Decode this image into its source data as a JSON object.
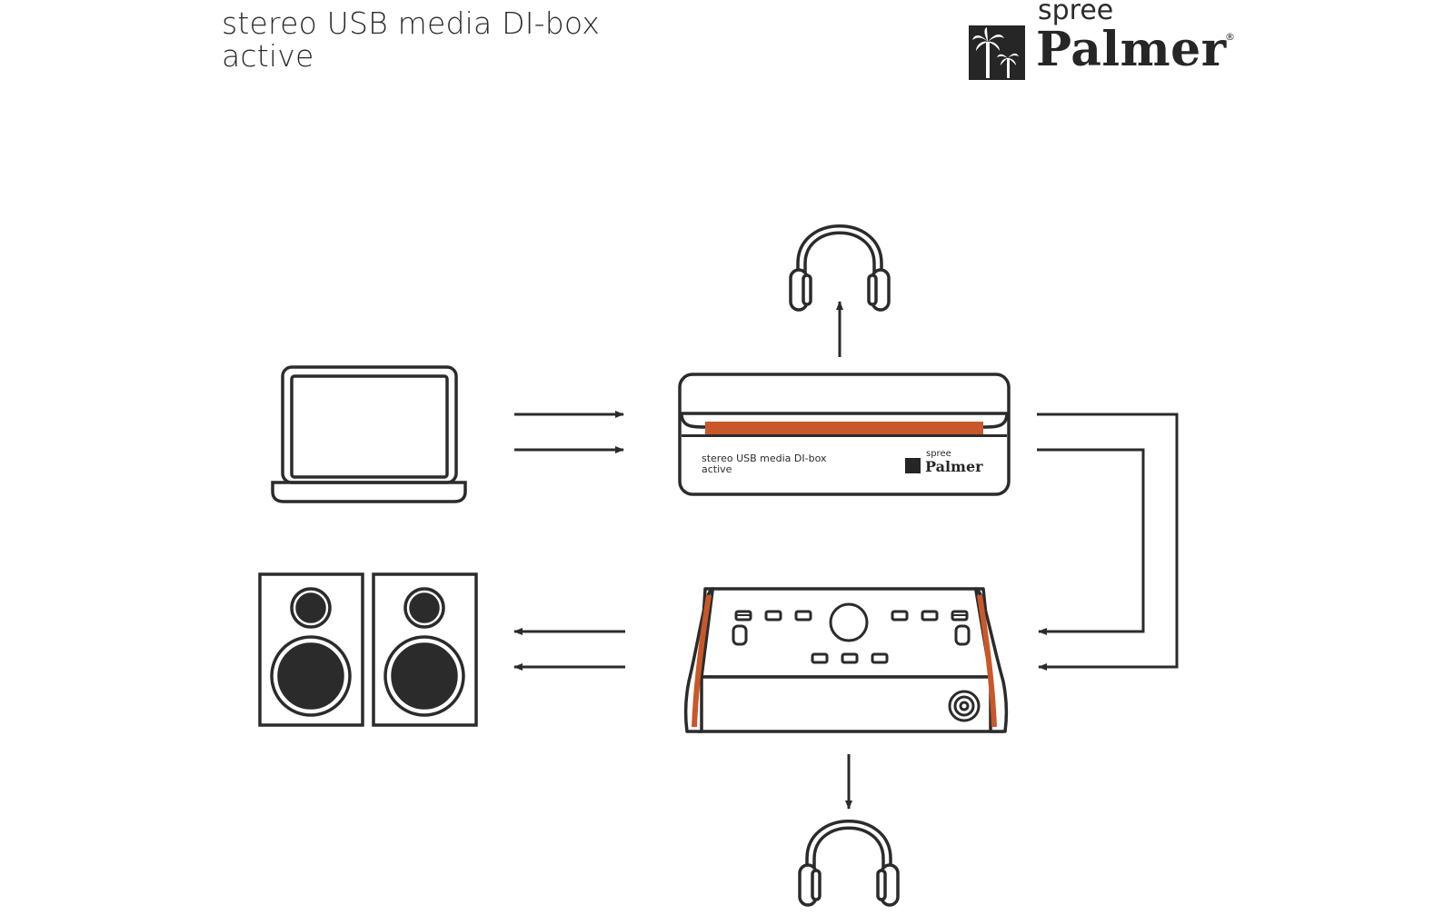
{
  "header": {
    "title_line1": "stereo USB media DI-box",
    "title_line2": "active"
  },
  "brand": {
    "sub": "spree",
    "name": "Palmer",
    "reg": "®"
  },
  "di_box": {
    "label_line1": "stereo USB media DI-box",
    "label_line2": "active",
    "brand_sub": "spree",
    "brand_name": "Palmer"
  },
  "colors": {
    "line": "#2b2b2b",
    "accent": "#c8582a",
    "background": "#ffffff"
  },
  "devices": [
    "laptop-icon",
    "speakers-icon",
    "headphones-icon",
    "di-box-icon",
    "audio-interface-icon"
  ]
}
